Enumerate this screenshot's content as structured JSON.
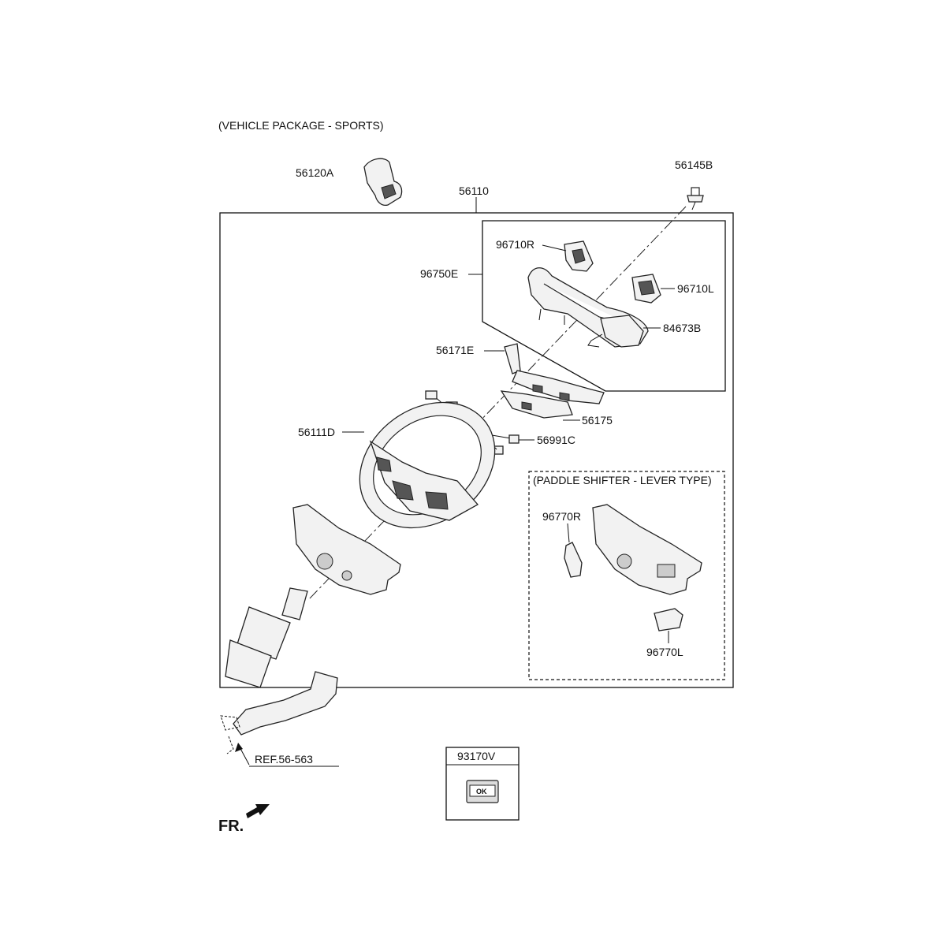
{
  "diagram": {
    "package_title": "(VEHICLE PACKAGE - SPORTS)",
    "paddle_title": "(PADDLE SHIFTER - LEVER TYPE)",
    "front_label": "FR.",
    "ref_label": "REF.56-563",
    "part_labels": {
      "p56120A": "56120A",
      "p56145B": "56145B",
      "p56110": "56110",
      "p96710R": "96710R",
      "p96750E": "96750E",
      "p96710L": "96710L",
      "p84673B": "84673B",
      "p56171E": "56171E",
      "p56175": "56175",
      "p56111D": "56111D",
      "p56991C": "56991C",
      "p96770R": "96770R",
      "p96770L": "96770L",
      "p93170V": "93170V"
    },
    "ok_text": "OK"
  }
}
